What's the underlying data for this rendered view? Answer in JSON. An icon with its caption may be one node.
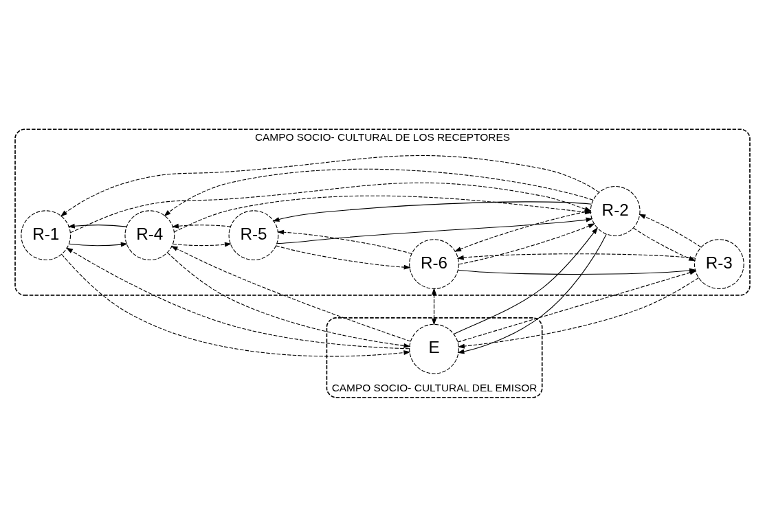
{
  "diagram": {
    "nodes": [
      {
        "text": [
          "CAMPO SOCIO- CULTURAL DEL EMISOR"
        ]
      },
      {
        "text": [
          "CAMPO SOCIO- CULTURAL DE LOS RECEPTORES"
        ]
      },
      {
        "text": [
          "E"
        ],
        "in": 0
      },
      {
        "text": [
          "R-1"
        ],
        "in": 1
      },
      {
        "text": [
          "R-4"
        ],
        "in": 1
      },
      {
        "text": [
          "R-2"
        ],
        "in": 1
      },
      {
        "text": [
          "R-5"
        ],
        "in": 1
      },
      {
        "text": [
          "R-3"
        ],
        "in": 1
      },
      {
        "text": [
          "R-6"
        ],
        "in": 1
      }
    ],
    "edges": [
      {
        "from": 2,
        "to": 3,
        "arrow": "to",
        "style": "dashed"
      },
      {
        "from": 3,
        "to": 2,
        "arrow": "to",
        "style": "dashed"
      },
      {
        "from": 2,
        "to": 4,
        "arrow": "to",
        "style": "dashed"
      },
      {
        "from": 4,
        "to": 2,
        "arrow": "to",
        "style": "dashed"
      },
      {
        "from": 2,
        "to": 5,
        "arrow": "to"
      },
      {
        "from": 5,
        "to": 2,
        "arrow": "to"
      },
      {
        "from": 2,
        "to": 8,
        "arrow": "to",
        "style": "dashed"
      },
      {
        "from": 8,
        "to": 2,
        "arrow": "to",
        "style": "dashed"
      },
      {
        "from": 2,
        "to": 7,
        "arrow": "to",
        "style": "dashed"
      },
      {
        "from": 7,
        "to": 2,
        "arrow": "to",
        "style": "dashed"
      },
      {
        "from": 3,
        "to": 4,
        "arrow": "to"
      },
      {
        "from": 4,
        "to": 3,
        "arrow": "to"
      },
      {
        "from": 3,
        "to": 5,
        "arrow": "to",
        "style": "dashed"
      },
      {
        "from": 5,
        "to": 3,
        "arrow": "to",
        "style": "dashed"
      },
      {
        "from": 5,
        "to": 4,
        "arrow": "to",
        "style": "dashed"
      },
      {
        "from": 4,
        "to": 5,
        "arrow": "to",
        "style": "dashed"
      },
      {
        "from": 4,
        "to": 6,
        "arrow": "to",
        "style": "dashed"
      },
      {
        "from": 6,
        "to": 4,
        "arrow": "to",
        "style": "dashed"
      },
      {
        "from": 5,
        "to": 6,
        "arrow": "to"
      },
      {
        "from": 6,
        "to": 5,
        "arrow": "to"
      },
      {
        "from": 5,
        "to": 7,
        "arrow": "to",
        "style": "dashed"
      },
      {
        "from": 7,
        "to": 5,
        "arrow": "to",
        "style": "dashed"
      },
      {
        "from": 5,
        "to": 8,
        "arrow": "to",
        "style": "dashed"
      },
      {
        "from": 8,
        "to": 5,
        "arrow": "to",
        "style": "dashed"
      },
      {
        "from": 8,
        "to": 6,
        "arrow": "to",
        "style": "dashed"
      },
      {
        "from": 6,
        "to": 8,
        "arrow": "to",
        "style": "dashed"
      },
      {
        "from": 8,
        "to": 7,
        "arrow": "to"
      },
      {
        "from": 7,
        "to": 8,
        "arrow": "to",
        "style": "dashed"
      }
    ]
  }
}
